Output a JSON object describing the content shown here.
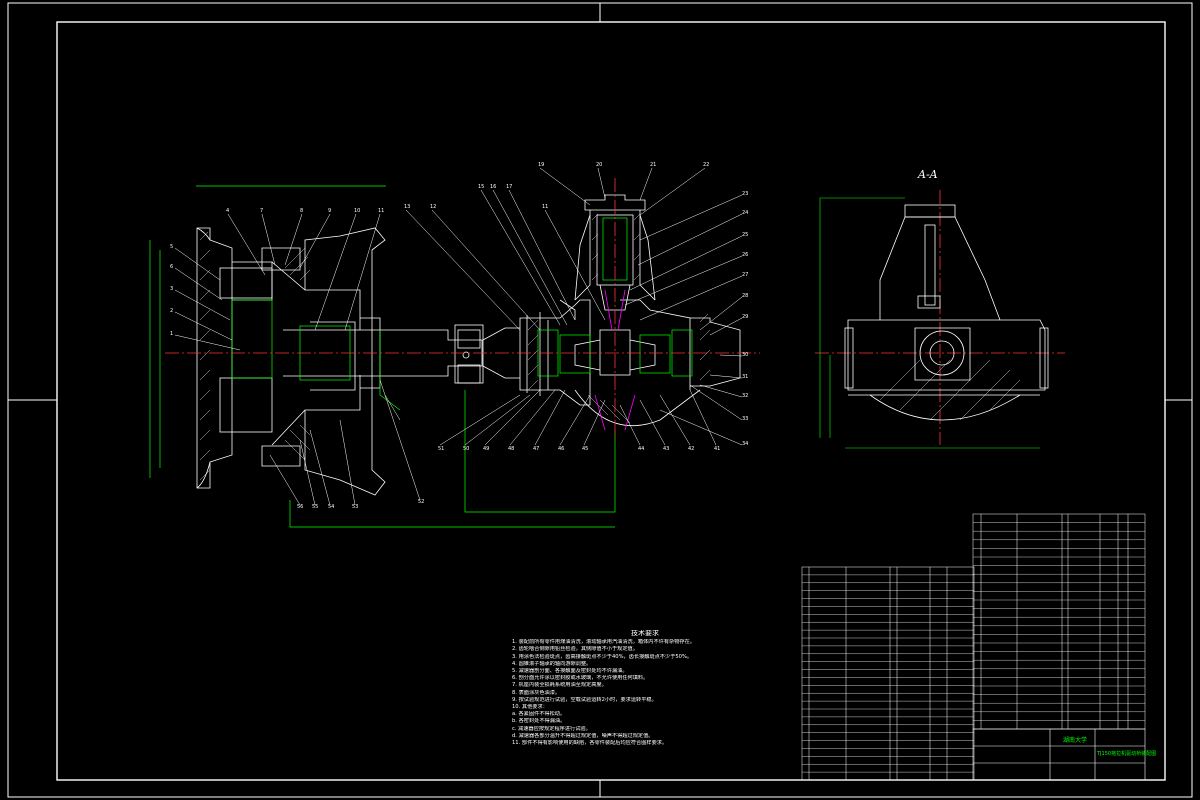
{
  "drawing": {
    "section_label": "A-A",
    "tech_title": "技术要求",
    "tech_lines": [
      "1. 装配前所有零件用煤油清洗，滚动轴承用汽油清洗，箱体内不许有杂物存在。",
      "2. 齿轮啮合侧隙用铅丝检验，其侧隙值不小于规定值。",
      "3. 用涂色法检验斑点，齿高接触斑点不少于40%，齿长接触斑点不少于50%。",
      "4. 圆锥滚子轴承的轴向游隙调整。",
      "5. 减速器剖分面、各接触面及密封处均不许漏油。",
      "6. 剖分面允许涂以密封胶或水玻璃，不允许使用任何填料。",
      "7. 机座内装全损耗系统用油至规定高度。",
      "8. 表面涂灰色油漆。",
      "9. 按试验规范进行试验，空载试验运转2小时，要求运转平稳。",
      "10. 其他要求：",
      "   a. 各紧固件不得松动。",
      "   b. 各密封处不得漏油。",
      "   c. 减速器应按规定程序进行试验。",
      "   d. 减速器各部分温升不得超过规定值，噪声不得超过规定值。",
      "11. 部件不得有影响使用的缺陷，各零件装配后均应符合图样要求。"
    ],
    "title_block": {
      "school": "湖南大学",
      "drawing_name": "TJ150拖拉机驱动桥装配图"
    }
  },
  "colors": {
    "background": "#000000",
    "outline": "#ffffff",
    "dimension": "#00ff00",
    "centerline": "#ff3333",
    "hatch": "#ffffff",
    "leader": "#ffffff",
    "highlight": "#ff00ff"
  }
}
